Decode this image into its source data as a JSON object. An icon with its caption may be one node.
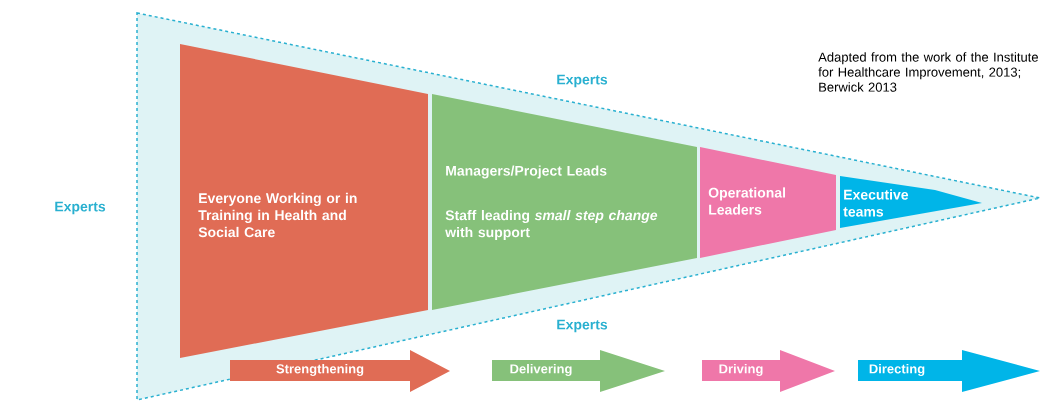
{
  "diagram": {
    "nodes": [
      {
        "text": [
          "Experts",
          "Experts"
        ],
        "beside": [
          "Experts"
        ]
      },
      {
        "text": [
          "Everyone Working or in Training in Health and Social Care"
        ],
        "in": 0
      },
      {
        "text": [
          "Managers/Project Leads",
          "Staff leading *small step change* with support"
        ],
        "in": 0
      },
      {
        "text": [
          "Operational Leaders"
        ],
        "in": 0
      },
      {
        "text": [
          "Executive teams"
        ],
        "in": 0
      },
      {
        "text": [
          "Strengthening"
        ]
      },
      {
        "text": [
          "Delivering"
        ]
      },
      {
        "text": [
          "Driving"
        ]
      },
      {
        "text": [
          "Directing"
        ]
      }
    ],
    "edges": [],
    "labels": [
      "Adapted from the work of the Institute for Healthcare Improvement, 2013; Berwick 2013"
    ]
  }
}
